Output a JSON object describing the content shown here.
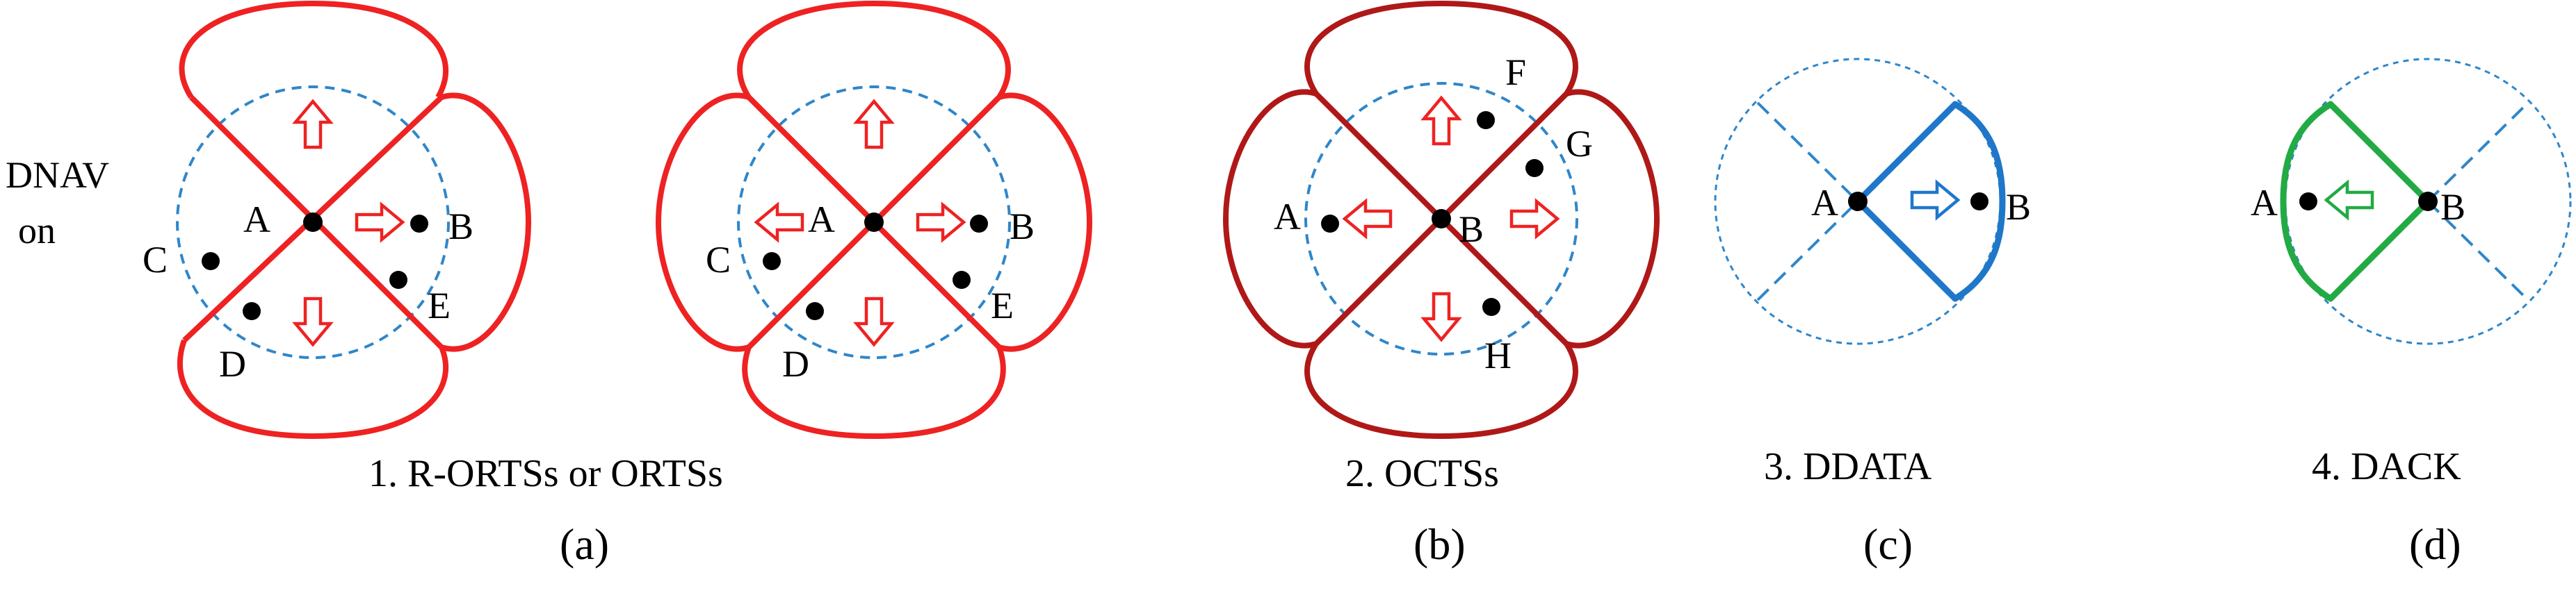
{
  "colors": {
    "red": "#ee2222",
    "dark_red": "#b01818",
    "blue": "#1f77c9",
    "dashed_blue": "#2f86c9",
    "green": "#22aa44",
    "black": "#000000"
  },
  "panel_a": {
    "side_label_line1": "DNAV",
    "side_label_line2": "on",
    "left_diagram_nodes": {
      "A": "A",
      "B": "B",
      "C": "C",
      "D": "D",
      "E": "E"
    },
    "right_diagram_nodes": {
      "A": "A",
      "B": "B",
      "C": "C",
      "D": "D",
      "E": "E"
    },
    "caption": "1. R-ORTSs or ORTSs",
    "sub_label": "(a)"
  },
  "panel_b": {
    "nodes": {
      "A": "A",
      "B": "B",
      "F": "F",
      "G": "G",
      "H": "H"
    },
    "caption": "2. OCTSs",
    "sub_label": "(b)"
  },
  "panel_c": {
    "nodes": {
      "A": "A",
      "B": "B"
    },
    "caption": "3. DDATA",
    "sub_label": "(c)"
  },
  "panel_d": {
    "nodes": {
      "A": "A",
      "B": "B"
    },
    "caption": "4. DACK",
    "sub_label": "(d)"
  },
  "icons": {
    "arrow": "hollow-arrow-icon",
    "node": "node-dot-icon"
  }
}
